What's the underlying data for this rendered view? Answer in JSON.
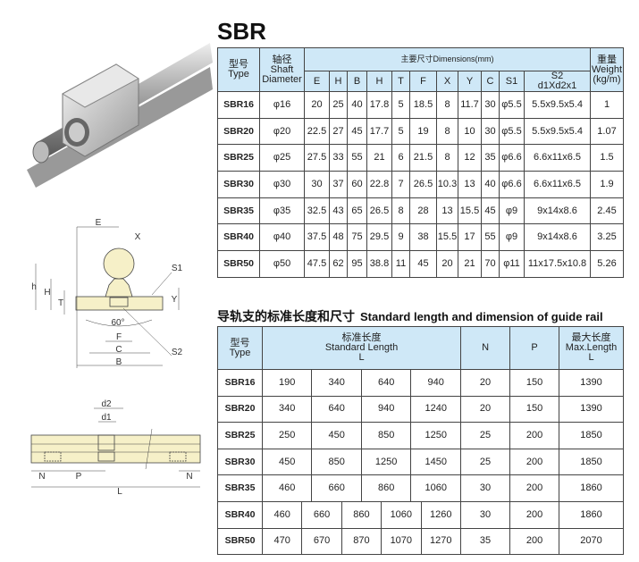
{
  "title": "SBR",
  "spec_table": {
    "headers": {
      "type": "型号\nType",
      "shaft": "轴径\nShaft\nDiameter",
      "dimensions": "主要尺寸Dimensions(mm)",
      "weight": "重量\nWeight\n(kg/m)",
      "dim_cols": [
        "E",
        "H",
        "B",
        "H",
        "T",
        "F",
        "X",
        "Y",
        "C",
        "S1",
        "S2\nd1Xd2x1"
      ]
    },
    "rows": [
      [
        "SBR16",
        "φ16",
        "20",
        "25",
        "40",
        "17.8",
        "5",
        "18.5",
        "8",
        "11.7",
        "30",
        "φ5.5",
        "5.5x9.5x5.4",
        "1"
      ],
      [
        "SBR20",
        "φ20",
        "22.5",
        "27",
        "45",
        "17.7",
        "5",
        "19",
        "8",
        "10",
        "30",
        "φ5.5",
        "5.5x9.5x5.4",
        "1.07"
      ],
      [
        "SBR25",
        "φ25",
        "27.5",
        "33",
        "55",
        "21",
        "6",
        "21.5",
        "8",
        "12",
        "35",
        "φ6.6",
        "6.6x11x6.5",
        "1.5"
      ],
      [
        "SBR30",
        "φ30",
        "30",
        "37",
        "60",
        "22.8",
        "7",
        "26.5",
        "10.3",
        "13",
        "40",
        "φ6.6",
        "6.6x11x6.5",
        "1.9"
      ],
      [
        "SBR35",
        "φ35",
        "32.5",
        "43",
        "65",
        "26.5",
        "8",
        "28",
        "13",
        "15.5",
        "45",
        "φ9",
        "9x14x8.6",
        "2.45"
      ],
      [
        "SBR40",
        "φ40",
        "37.5",
        "48",
        "75",
        "29.5",
        "9",
        "38",
        "15.5",
        "17",
        "55",
        "φ9",
        "9x14x8.6",
        "3.25"
      ],
      [
        "SBR50",
        "φ50",
        "47.5",
        "62",
        "95",
        "38.8",
        "11",
        "45",
        "20",
        "21",
        "70",
        "φ11",
        "11x17.5x10.8",
        "5.26"
      ]
    ]
  },
  "length_section": {
    "title_cn": "导轨支的标准长度和尺寸",
    "title_en": "Standard length and dimension of guide rail"
  },
  "length_table": {
    "headers": {
      "type": "型号\nType",
      "standard": "标准长度\nStandard Length\nL",
      "n": "N",
      "p": "P",
      "max": "最大长度\nMax.Length\nL"
    },
    "rows": [
      {
        "type": "SBR16",
        "lengths": [
          "190",
          "340",
          "640",
          "940"
        ],
        "n": "20",
        "p": "150",
        "max": "1390"
      },
      {
        "type": "SBR20",
        "lengths": [
          "340",
          "640",
          "940",
          "1240"
        ],
        "n": "20",
        "p": "150",
        "max": "1390"
      },
      {
        "type": "SBR25",
        "lengths": [
          "250",
          "450",
          "850",
          "1250"
        ],
        "n": "25",
        "p": "200",
        "max": "1850"
      },
      {
        "type": "SBR30",
        "lengths": [
          "450",
          "850",
          "1250",
          "1450"
        ],
        "n": "25",
        "p": "200",
        "max": "1850"
      },
      {
        "type": "SBR35",
        "lengths": [
          "460",
          "660",
          "860",
          "1060"
        ],
        "n": "30",
        "p": "200",
        "max": "1860"
      },
      {
        "type": "SBR40",
        "lengths": [
          "460",
          "660",
          "860",
          "1060",
          "1260"
        ],
        "n": "30",
        "p": "200",
        "max": "1860"
      },
      {
        "type": "SBR50",
        "lengths": [
          "470",
          "670",
          "870",
          "1070",
          "1270"
        ],
        "n": "35",
        "p": "200",
        "max": "2070"
      }
    ]
  },
  "diagram_labels": {
    "cross_section": [
      "E",
      "X",
      "h",
      "H",
      "T",
      "S1",
      "Y",
      "60°",
      "F",
      "C",
      "S2",
      "B"
    ],
    "side_view": [
      "d2",
      "d1",
      "N",
      "P",
      "N",
      "L"
    ]
  },
  "colors": {
    "header_bg": "#cfe8f7",
    "drawing_fill": "#f6f0c8"
  }
}
